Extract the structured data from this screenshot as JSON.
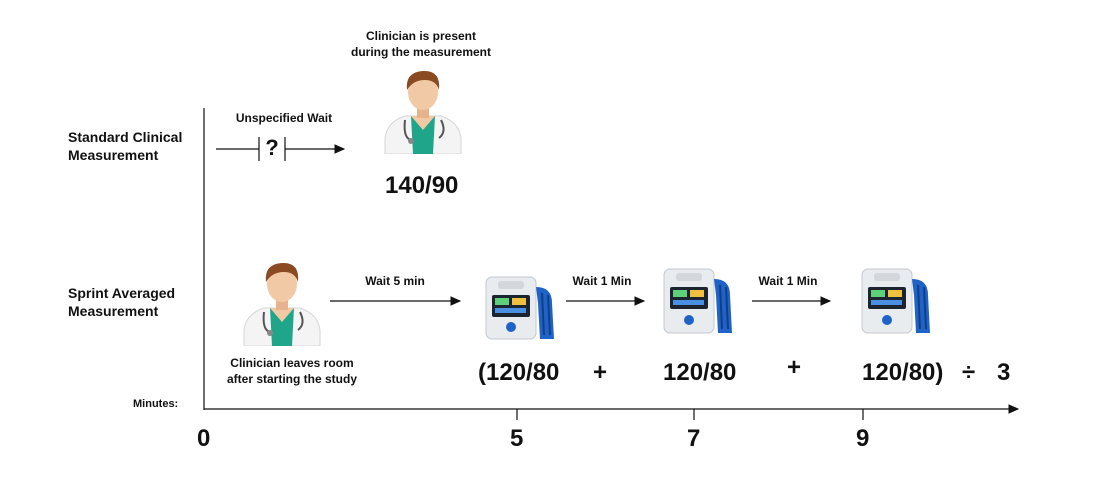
{
  "rows": {
    "standard": {
      "label_line1": "Standard Clinical",
      "label_line2": "Measurement",
      "wait_label": "Unspecified Wait",
      "wait_symbol": "?",
      "clinician_note_line1": "Clinician is present",
      "clinician_note_line2": "during the measurement",
      "reading": "140/90"
    },
    "sprint": {
      "label_line1": "Sprint Averaged",
      "label_line2": "Measurement",
      "clinician_note_line1": "Clinician leaves room",
      "clinician_note_line2": "after starting the study",
      "wait1": "Wait 5 min",
      "wait2": "Wait 1 Min",
      "wait3": "Wait 1 Min",
      "reading1": "(120/80",
      "plus1": "+",
      "reading2": "120/80",
      "plus2": "+",
      "reading3": "120/80)",
      "divide": "÷",
      "divisor": "3"
    }
  },
  "axis": {
    "label": "Minutes:",
    "ticks": [
      "0",
      "5",
      "7",
      "9"
    ]
  },
  "colors": {
    "scrub": "#1fa58a",
    "hair": "#8a4a22",
    "skin": "#f2c9a5",
    "coat": "#f4f4f4",
    "device_body": "#e9ecef",
    "device_screen": "#1c2430",
    "cuff": "#1f63c9"
  },
  "icons": [
    "doctor-icon",
    "bp-monitor-icon"
  ]
}
